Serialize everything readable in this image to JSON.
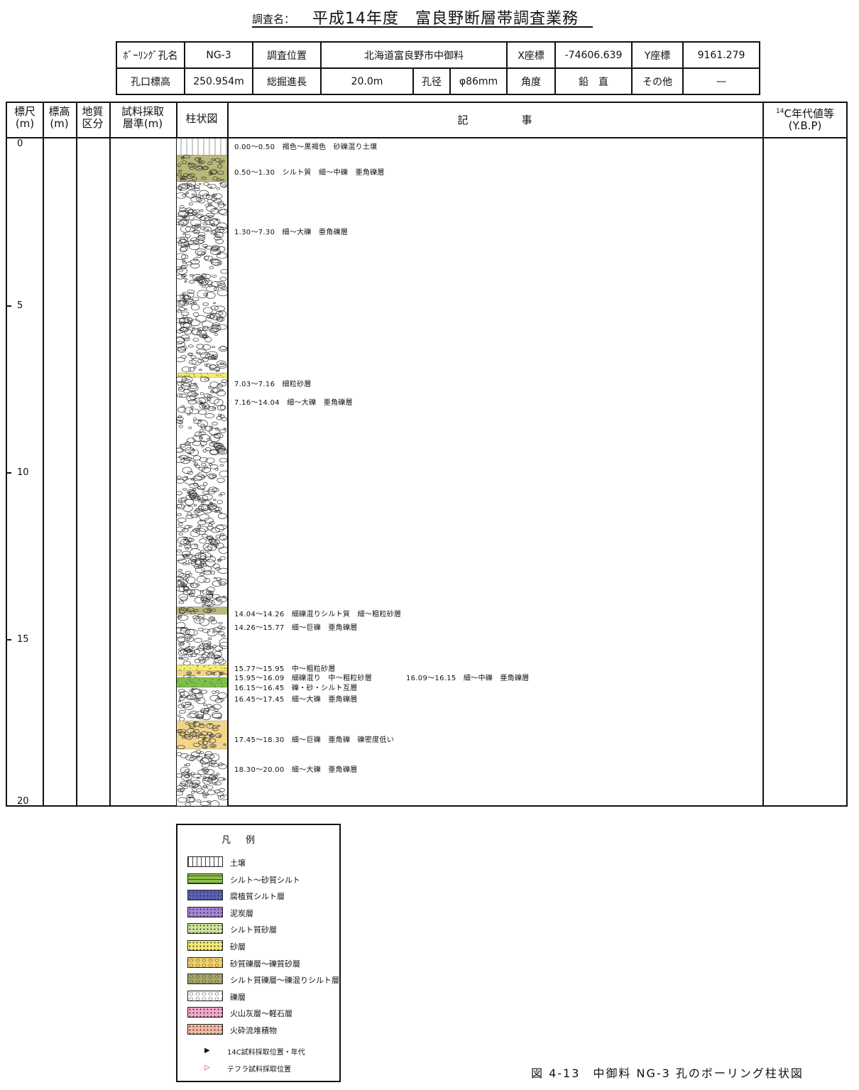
{
  "title": {
    "label": "調査名：",
    "text": "平成14年度　富良野断層帯調査業務"
  },
  "info": {
    "row1": [
      "ﾎﾞｰﾘﾝｸﾞ孔名",
      "NG-3",
      "調査位置",
      "北海道富良野市中御料",
      "X座標",
      "-74606.639",
      "Y座標",
      "9161.279"
    ],
    "row2": [
      "孔口標高",
      "250.954m",
      "総掘進長",
      "20.0m",
      "孔径",
      "φ86mm",
      "角度",
      "鉛　直",
      "その他",
      "—"
    ]
  },
  "columns": {
    "scale": "標尺\n(m)",
    "elevation": "標高\n(m)",
    "geology": "地質\n区分",
    "sample": "試料採取\n層準(m)",
    "column": "柱状図",
    "description": "記　　　　　事",
    "c14": "C年代値等\n(Y.B.P)",
    "c14_sup": "14"
  },
  "scale_ticks": [
    "0",
    "5",
    "10",
    "15",
    "20"
  ],
  "descriptions": [
    "0.00～0.50　褐色～黒褐色　砂礫混り土壌",
    "0.50～1.30　シルト質　細～中礫　亜角礫層",
    "1.30～7.30　細～大礫　亜角礫層",
    "7.03～7.16　細粒砂層",
    "7.16～14.04　細～大礫　亜角礫層",
    "14.04～14.26　細礫混りシルト質　細～粗粒砂層",
    "14.26～15.77　細～巨礫　亜角礫層",
    "15.77～15.95　中～粗粒砂層",
    "15.95～16.09　細礫混り　中～粗粒砂層",
    "16.09～16.15　細～中礫　亜角礫層",
    "16.15～16.45　礫・砂・シルト互層",
    "16.45～17.45　細～大礫　亜角礫層",
    "17.45～18.30　細～巨礫　亜角礫　礫密度低い",
    "18.30～20.00　細～大礫　亜角礫層"
  ],
  "layers": [
    {
      "top": 0.0,
      "bottom": 0.5,
      "type": "soil"
    },
    {
      "top": 0.5,
      "bottom": 1.3,
      "type": "silty-gravel"
    },
    {
      "top": 1.3,
      "bottom": 7.03,
      "type": "gravel"
    },
    {
      "top": 7.03,
      "bottom": 7.16,
      "type": "sand"
    },
    {
      "top": 7.16,
      "bottom": 14.04,
      "type": "gravel"
    },
    {
      "top": 14.04,
      "bottom": 14.26,
      "type": "silty-gravel"
    },
    {
      "top": 14.26,
      "bottom": 15.77,
      "type": "gravel"
    },
    {
      "top": 15.77,
      "bottom": 15.95,
      "type": "sand"
    },
    {
      "top": 15.95,
      "bottom": 16.09,
      "type": "sandy-gravel"
    },
    {
      "top": 16.09,
      "bottom": 16.15,
      "type": "gravel"
    },
    {
      "top": 16.15,
      "bottom": 16.45,
      "type": "silt"
    },
    {
      "top": 16.45,
      "bottom": 17.45,
      "type": "gravel"
    },
    {
      "top": 17.45,
      "bottom": 18.3,
      "type": "sandy-gravel"
    },
    {
      "top": 18.3,
      "bottom": 20.0,
      "type": "gravel"
    }
  ],
  "legend": {
    "title": "凡　例",
    "items": [
      {
        "label": "土壌",
        "color": "#ffffff",
        "pattern": "soil"
      },
      {
        "label": "シルト～砂質シルト",
        "color": "#8fbf4a",
        "pattern": "silt"
      },
      {
        "label": "腐植質シルト層",
        "color": "#5a5fb8",
        "pattern": "dots"
      },
      {
        "label": "泥炭層",
        "color": "#a782d6",
        "pattern": "dots"
      },
      {
        "label": "シルト質砂層",
        "color": "#cfe39a",
        "pattern": "dots"
      },
      {
        "label": "砂層",
        "color": "#f4ea70",
        "pattern": "dots"
      },
      {
        "label": "砂質礫層～礫質砂層",
        "color": "#f2d26a",
        "pattern": "gravel"
      },
      {
        "label": "シルト質礫層～礫混りシルト層",
        "color": "#a8a869",
        "pattern": "gravel"
      },
      {
        "label": "礫層",
        "color": "#ffffff",
        "pattern": "gravel"
      },
      {
        "label": "火山灰層～軽石層",
        "color": "#f5a8c8",
        "pattern": "dots"
      },
      {
        "label": "火砕流堆積物",
        "color": "#f5b8a0",
        "pattern": "dots"
      }
    ],
    "marker1": "14C試料採取位置・年代",
    "marker2": "テフラ試料採取位置"
  },
  "caption": "図 4-13　中御料 NG-3 孔のボーリング柱状図",
  "colors": {
    "soil": "#ffffff",
    "silty-gravel": "#b9b97a",
    "gravel": "#ffffff",
    "sand": "#f5ec6a",
    "sandy-gravel": "#f2d58a",
    "silt": "#7fbf4a"
  }
}
